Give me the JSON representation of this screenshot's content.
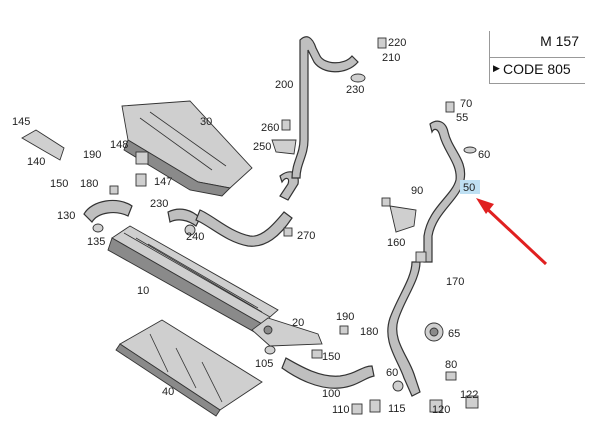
{
  "info_box": {
    "model": "M 157",
    "code": "CODE 805",
    "code_arrow_icon": "triangle-right-icon"
  },
  "highlight_color": "#bfe0f3",
  "arrow_color": "#e02020",
  "highlighted_part": "50",
  "parts": [
    {
      "id": "10",
      "name": "part-10"
    },
    {
      "id": "20",
      "name": "part-20"
    },
    {
      "id": "30",
      "name": "part-30"
    },
    {
      "id": "40",
      "name": "part-40"
    },
    {
      "id": "50",
      "name": "part-50"
    },
    {
      "id": "55",
      "name": "part-55"
    },
    {
      "id": "60",
      "name": "part-60-top"
    },
    {
      "id": "60",
      "name": "part-60-bottom"
    },
    {
      "id": "65",
      "name": "part-65"
    },
    {
      "id": "70",
      "name": "part-70"
    },
    {
      "id": "80",
      "name": "part-80"
    },
    {
      "id": "90",
      "name": "part-90"
    },
    {
      "id": "100",
      "name": "part-100"
    },
    {
      "id": "105",
      "name": "part-105"
    },
    {
      "id": "110",
      "name": "part-110"
    },
    {
      "id": "115",
      "name": "part-115"
    },
    {
      "id": "120",
      "name": "part-120"
    },
    {
      "id": "122",
      "name": "part-122"
    },
    {
      "id": "130",
      "name": "part-130"
    },
    {
      "id": "135",
      "name": "part-135"
    },
    {
      "id": "140",
      "name": "part-140"
    },
    {
      "id": "145",
      "name": "part-145"
    },
    {
      "id": "147",
      "name": "part-147"
    },
    {
      "id": "148",
      "name": "part-148"
    },
    {
      "id": "150",
      "name": "part-150-left"
    },
    {
      "id": "150",
      "name": "part-150-center"
    },
    {
      "id": "160",
      "name": "part-160"
    },
    {
      "id": "170",
      "name": "part-170"
    },
    {
      "id": "180",
      "name": "part-180-left"
    },
    {
      "id": "180",
      "name": "part-180-center"
    },
    {
      "id": "190",
      "name": "part-190-left"
    },
    {
      "id": "190",
      "name": "part-190-center"
    },
    {
      "id": "200",
      "name": "part-200"
    },
    {
      "id": "210",
      "name": "part-210"
    },
    {
      "id": "220",
      "name": "part-220"
    },
    {
      "id": "230",
      "name": "part-230-top"
    },
    {
      "id": "230",
      "name": "part-230-left"
    },
    {
      "id": "240",
      "name": "part-240"
    },
    {
      "id": "250",
      "name": "part-250"
    },
    {
      "id": "260",
      "name": "part-260"
    },
    {
      "id": "270",
      "name": "part-270"
    }
  ]
}
